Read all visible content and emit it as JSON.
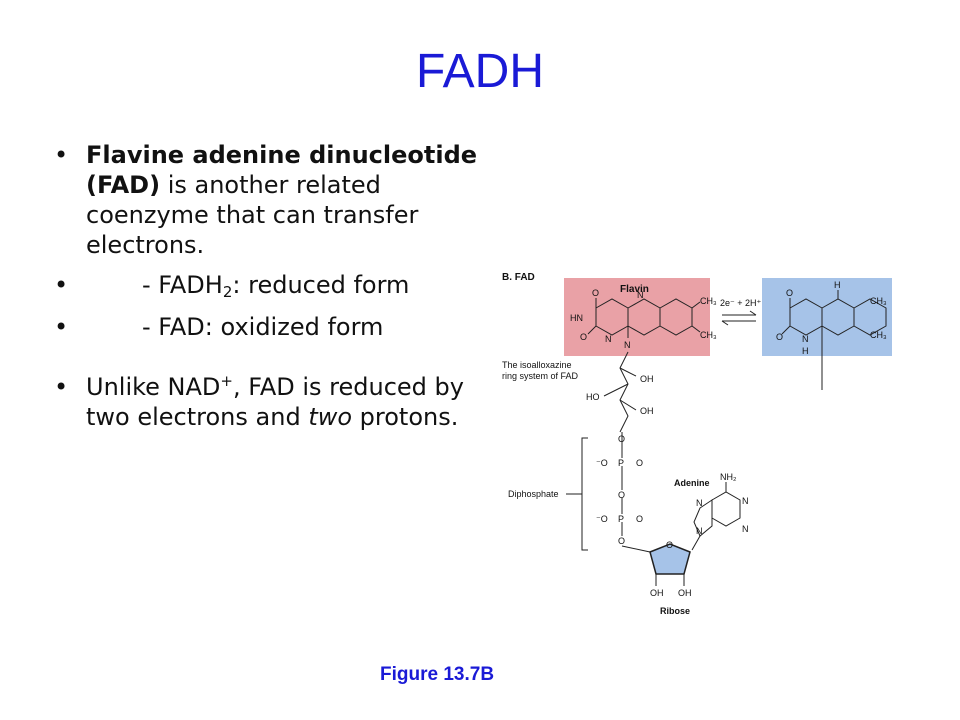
{
  "slide": {
    "title": "FADH",
    "bullets": [
      {
        "bold": "Flavine adenine dinucleotide (FAD)",
        "rest": " is another related coenzyme that can transfer electrons."
      },
      {
        "pre": "- FADH",
        "sub": "2",
        "post": ": reduced form"
      },
      {
        "text": "- FAD: oxidized form"
      },
      {
        "pre": "Unlike NAD",
        "sup": "+",
        "mid": ", FAD is reduced by two electrons and ",
        "em": "two",
        "post": " protons."
      }
    ],
    "caption": "Figure 13.7B"
  },
  "diagram": {
    "panel_label": "B. FAD",
    "flavin_label": "Flavin",
    "isoalloxazine_label_1": "The isoalloxazine",
    "isoalloxazine_label_2": "ring system of FAD",
    "reaction": "2e⁻ + 2H⁺",
    "diphosphate_label": "Diphosphate",
    "adenine_label": "Adenine",
    "ribose_label": "Ribose",
    "atoms": {
      "O": "O",
      "N": "N",
      "HN": "HN",
      "H": "H",
      "CH3": "CH₃",
      "OH": "OH",
      "HO": "HO",
      "P": "P",
      "minusO": "⁻O",
      "NH2": "NH₂"
    },
    "colors": {
      "flavin_box": "#e9a1a6",
      "reduced_box": "#a6c3e8",
      "accent": "#1a1ad6"
    }
  }
}
